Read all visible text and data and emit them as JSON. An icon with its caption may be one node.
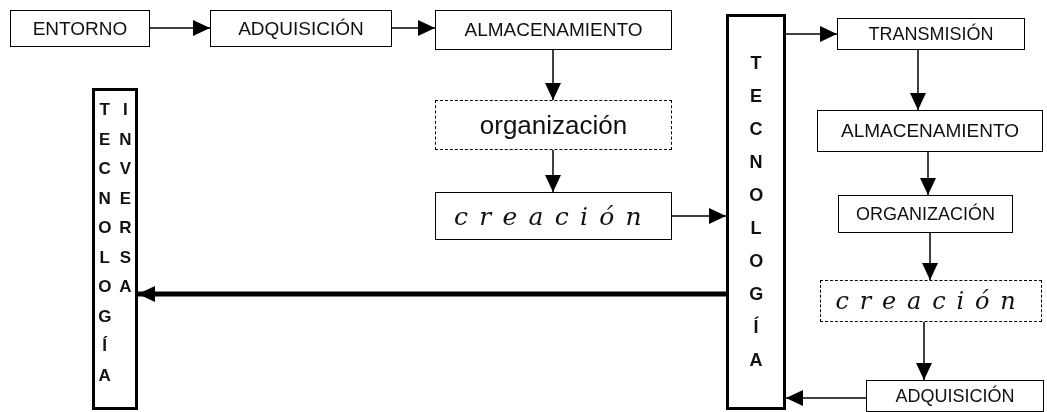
{
  "diagram": {
    "nodes": [
      {
        "text": [
          "ENTORNO"
        ]
      },
      {
        "text": [
          "ADQUISICIÓN"
        ]
      },
      {
        "text": [
          "ALMACENAMIENTO"
        ]
      },
      {
        "text": [
          "organización"
        ]
      },
      {
        "text": [
          "creación"
        ]
      },
      {
        "text": [
          "TECNOLOGÍA",
          "INVERSA"
        ]
      },
      {
        "text": [
          "TECNOLOGÍA"
        ]
      },
      {
        "text": [
          "TRANSMISIÓN"
        ]
      },
      {
        "text": [
          "ALMACENAMIENTO"
        ]
      },
      {
        "text": [
          "ORGANIZACIÓN"
        ]
      },
      {
        "text": [
          "creación"
        ]
      },
      {
        "text": [
          "ADQUISICIÓN"
        ]
      }
    ],
    "edges": [
      {
        "from": 0,
        "to": 1,
        "arrow": "to"
      },
      {
        "from": 1,
        "to": 2,
        "arrow": "to"
      },
      {
        "from": 2,
        "to": 3,
        "arrow": "to"
      },
      {
        "from": 3,
        "to": 4,
        "arrow": "to"
      },
      {
        "from": 4,
        "to": 6,
        "arrow": "to"
      },
      {
        "from": 6,
        "to": 7,
        "arrow": "to"
      },
      {
        "from": 7,
        "to": 8,
        "arrow": "to"
      },
      {
        "from": 8,
        "to": 9,
        "arrow": "to"
      },
      {
        "from": 9,
        "to": 10,
        "arrow": "to"
      },
      {
        "from": 10,
        "to": 11,
        "arrow": "to"
      },
      {
        "from": 11,
        "to": 6,
        "arrow": "to"
      },
      {
        "from": 6,
        "to": 5,
        "arrow": "to",
        "style": "thick"
      }
    ]
  }
}
